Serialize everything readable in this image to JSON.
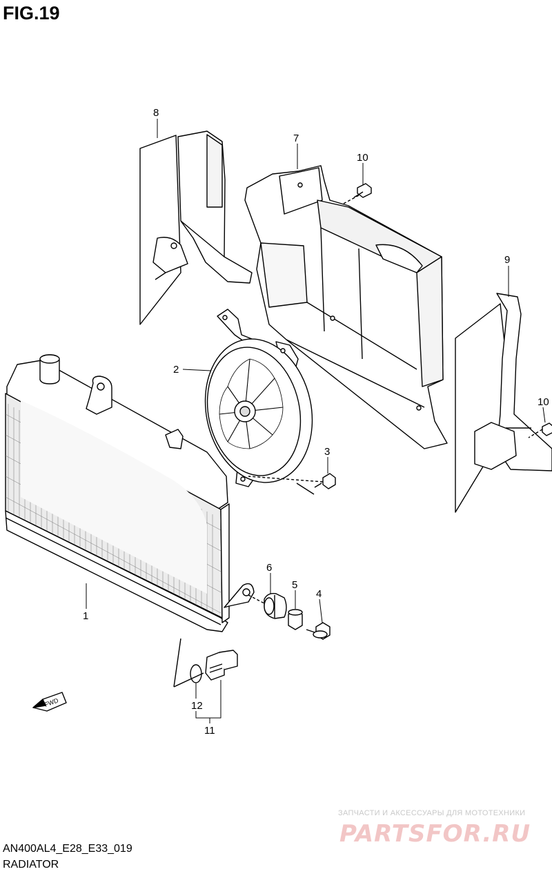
{
  "figure": {
    "title": "FIG.19"
  },
  "callouts": {
    "c1": "1",
    "c2": "2",
    "c3": "3",
    "c4": "4",
    "c5": "5",
    "c6": "6",
    "c7": "7",
    "c8": "8",
    "c9": "9",
    "c10a": "10",
    "c10b": "10",
    "c11": "11",
    "c12": "12"
  },
  "fwd_label": "FWD",
  "footer": {
    "code": "AN400AL4_E28_E33_019",
    "name": "RADIATOR"
  },
  "watermark": {
    "tagline": "ЗАПЧАСТИ И АКСЕССУАРЫ ДЛЯ МОТОТЕХНИКИ",
    "logo": "PARTSFOR.RU"
  }
}
